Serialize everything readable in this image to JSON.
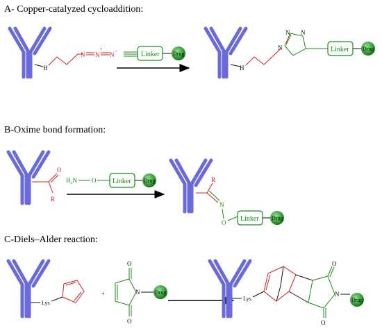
{
  "sections": {
    "a_title": "A- Copper-catalyzed cycloaddition:",
    "b_title": "B-Oxime bond formation:",
    "c_title": "C-Diels–Alder reaction:"
  },
  "labels": {
    "linker": "Linker",
    "drug": "Drug",
    "nh": "H",
    "n": "N",
    "n_plus": "+",
    "n_minus": "–",
    "o": "O",
    "r": "R",
    "h2n": "H₂N",
    "lys": "Lys",
    "plus": "+",
    "triazole_n1": "N",
    "triazole_n2": "N",
    "triazole_n3": "N"
  },
  "colors": {
    "antibody": "#8080e0",
    "antibody_edge": "#3a3ab0",
    "linker": "#1a8a1a",
    "drug_fill": "#1f9a1f",
    "reactive": "#cc2020",
    "azide": "#cc2020",
    "arrow": "#000000"
  }
}
